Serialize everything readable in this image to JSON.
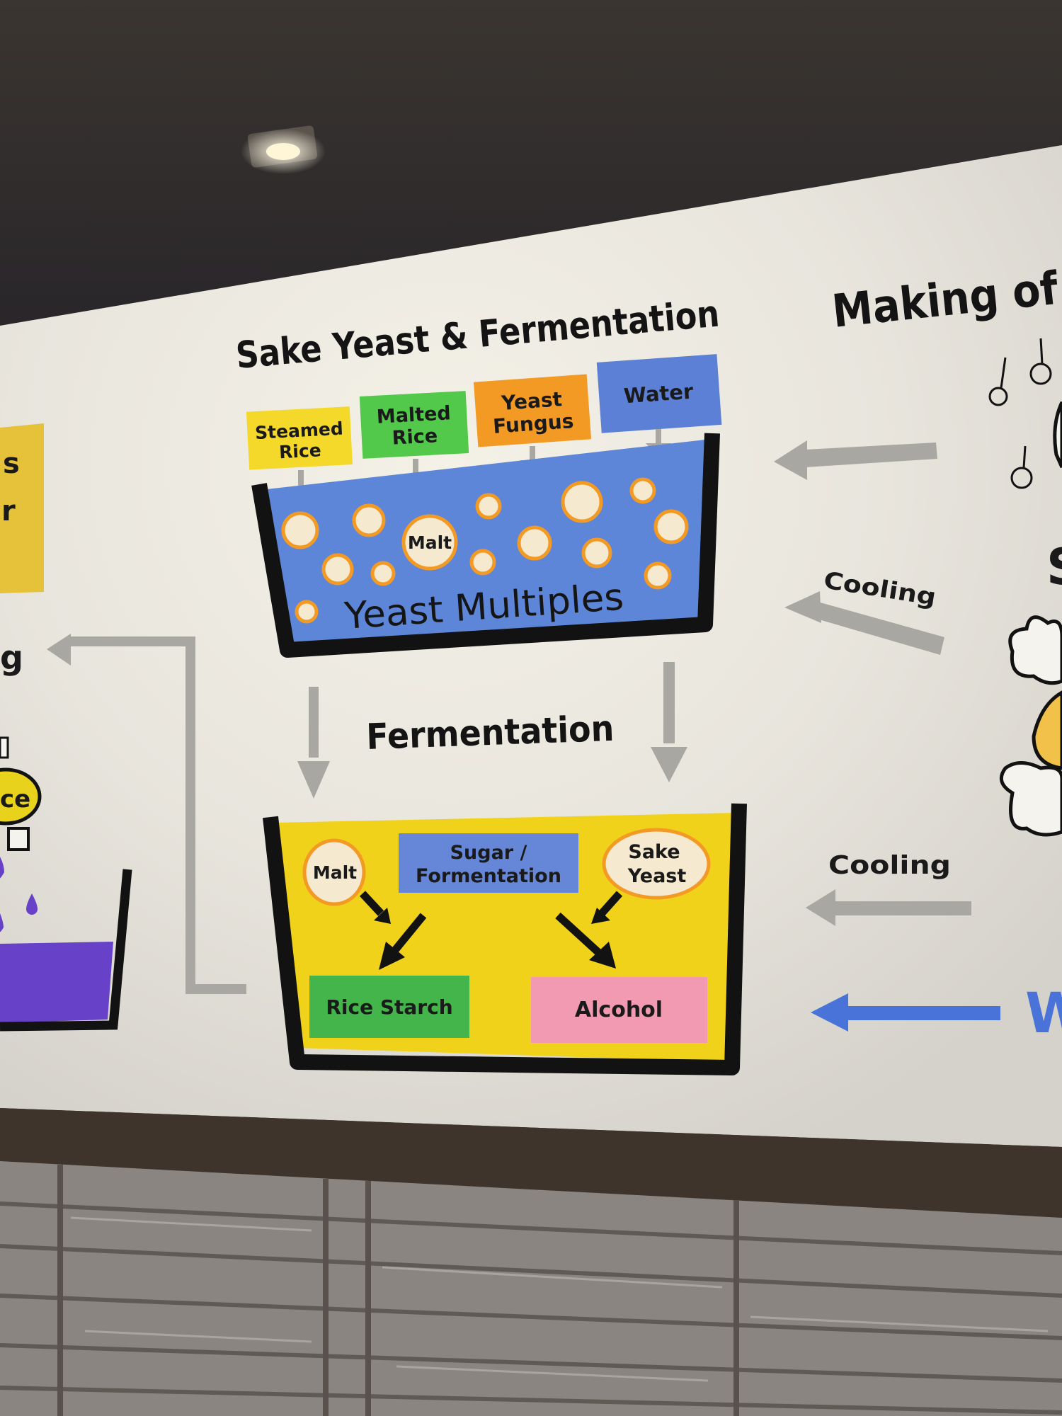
{
  "mural": {
    "section_title": "Sake Yeast & Fermentation",
    "right_title": "Making of",
    "ingredients": [
      "Steamed Rice",
      "Malted Rice",
      "Yeast Fungus",
      "Water"
    ],
    "top_tank": {
      "malt_label": "Malt",
      "caption": "Yeast Multiples"
    },
    "fermentation_label": "Fermentation",
    "bottom_tank": {
      "malt_label": "Malt",
      "center_label": "Sugar / Formentation",
      "yeast_label": "Sake Yeast",
      "starch_label": "Rice Starch",
      "alcohol_label": "Alcohol"
    },
    "cooling_label_1": "Cooling",
    "cooling_label_2": "Cooling",
    "left_fragments": {
      "top_lines": [
        "s",
        "r"
      ],
      "mid": "g",
      "oval": "ce"
    },
    "right_edge_letter": "W",
    "colors": {
      "blue_tank": "#5e86d8",
      "yellow_tank": "#f1d21b",
      "steamed_rice": "#f4d82a",
      "malted_rice": "#52c94a",
      "yeast_fungus": "#f39a25",
      "water": "#5b80d6",
      "rice_starch": "#43b54a",
      "alcohol": "#f39ab3",
      "sugar_box": "#6687d8",
      "purple_liquid": "#6841c9",
      "arrow_blue": "#4a73da"
    }
  }
}
